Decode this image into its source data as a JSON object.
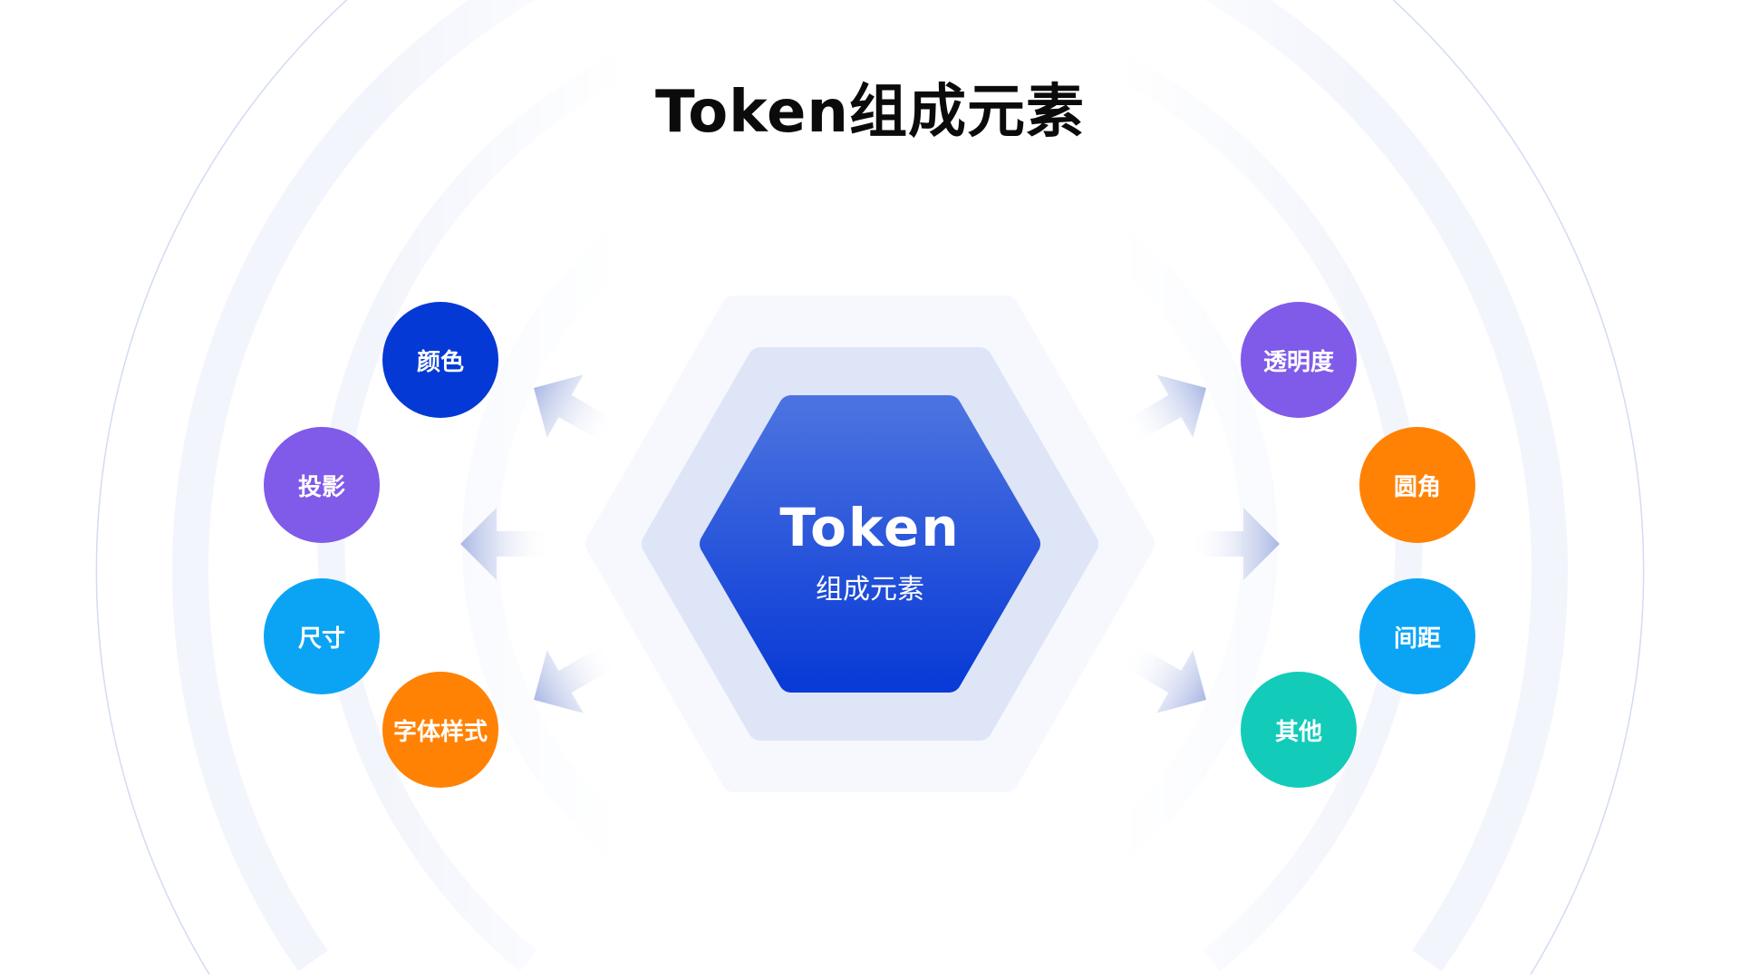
{
  "title": "Token组成元素",
  "center": {
    "title": "Token",
    "subtitle": "组成元素"
  },
  "colors": {
    "blue": "#0439d6",
    "purple": "#805ae8",
    "sky": "#0ba4f5",
    "orange": "#ff8205",
    "teal": "#12cbb9"
  },
  "left_nodes": [
    {
      "label": "颜色",
      "color": "#0439d6"
    },
    {
      "label": "投影",
      "color": "#805ae8"
    },
    {
      "label": "尺寸",
      "color": "#0ba4f5"
    },
    {
      "label": "字体样式",
      "color": "#ff8205"
    }
  ],
  "right_nodes": [
    {
      "label": "透明度",
      "color": "#805ae8"
    },
    {
      "label": "圆角",
      "color": "#ff8205"
    },
    {
      "label": "间距",
      "color": "#0ba4f5"
    },
    {
      "label": "其他",
      "color": "#12cbb9"
    }
  ]
}
